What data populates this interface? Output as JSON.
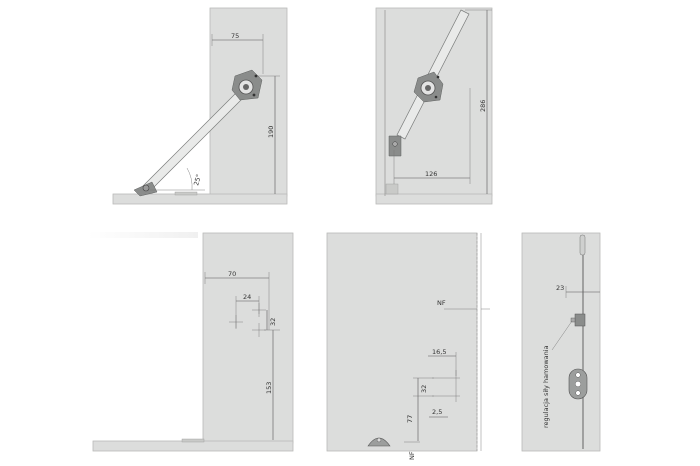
{
  "views": {
    "view1": {
      "width": "75",
      "height": "190",
      "angle": "25°"
    },
    "view2": {
      "height": "286",
      "width": "126"
    },
    "view3": {
      "offset": "70",
      "spacing": "24",
      "hole": "32",
      "height": "153"
    },
    "view4": {
      "nf_top": "NF",
      "d16": "16,5",
      "d32": "32",
      "d25": "2,5",
      "d77": "77",
      "nf_bottom": "NF"
    },
    "view5": {
      "offset": "23",
      "brake_label": "regulacja siły hamowania"
    }
  }
}
